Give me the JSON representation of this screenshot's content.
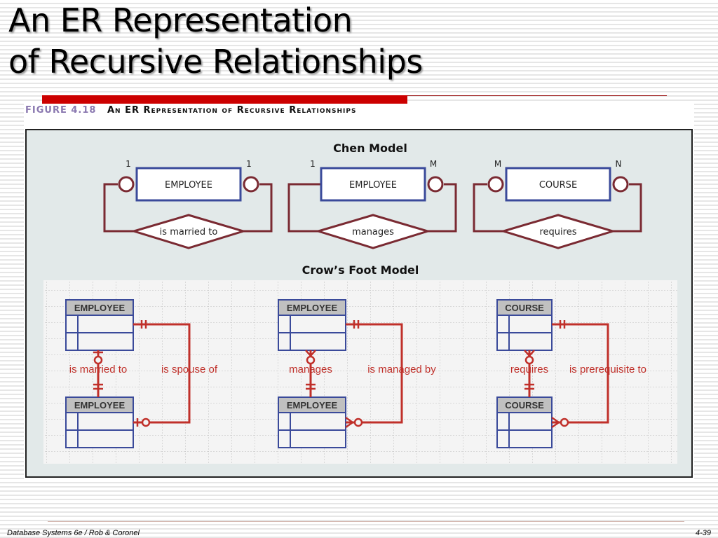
{
  "slide": {
    "title_line1": "An ER Representation",
    "title_line2": "of Recursive Relationships"
  },
  "figure": {
    "number": "FIGURE 4.18",
    "title": "An ER Representation of Recursive Relationships"
  },
  "chen": {
    "heading": "Chen Model",
    "diagrams": [
      {
        "entity": "EMPLOYEE",
        "relationship": "is married to",
        "left_card": "1",
        "right_card": "1"
      },
      {
        "entity": "EMPLOYEE",
        "relationship": "manages",
        "left_card": "1",
        "right_card": "M"
      },
      {
        "entity": "COURSE",
        "relationship": "requires",
        "left_card": "M",
        "right_card": "N"
      }
    ]
  },
  "crows_foot": {
    "heading": "Crow’s Foot Model",
    "diagrams": [
      {
        "top_entity": "EMPLOYEE",
        "bottom_entity": "EMPLOYEE",
        "left_label": "is married to",
        "right_label": "is spouse of",
        "many": false
      },
      {
        "top_entity": "EMPLOYEE",
        "bottom_entity": "EMPLOYEE",
        "left_label": "manages",
        "right_label": "is managed by",
        "many": true
      },
      {
        "top_entity": "COURSE",
        "bottom_entity": "COURSE",
        "left_label": "requires",
        "right_label": "is prerequisite to",
        "many": true
      }
    ]
  },
  "colors": {
    "accent_red": "#cc0000",
    "line_red": "#c0302a",
    "chen_line": "#7a2a32",
    "entity_border": "#3a4a9a",
    "diagram_bg": "#e2e9e9"
  },
  "footer": {
    "left": "Database Systems 6e / Rob & Coronel",
    "right": "4-39"
  }
}
